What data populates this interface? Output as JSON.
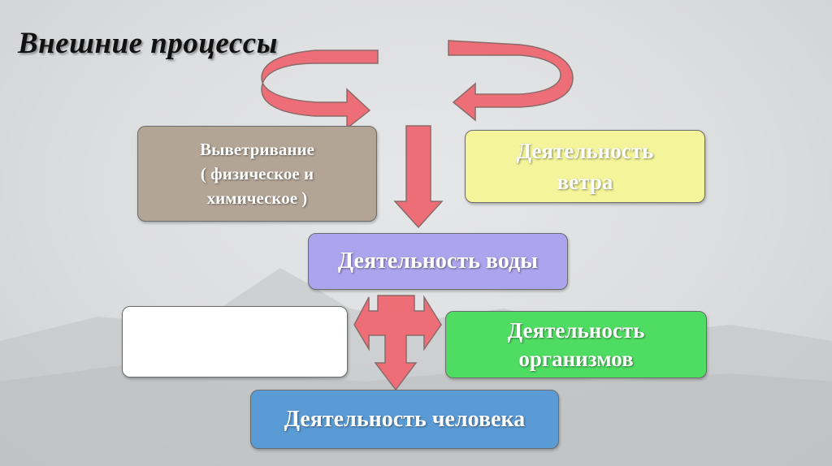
{
  "title": "Внешние процессы",
  "boxes": {
    "weathering": {
      "lines": [
        "Выветривание",
        "( физическое и",
        "химическое )"
      ],
      "color": "#b3a596"
    },
    "wind": {
      "lines": [
        "Деятельность",
        "ветра"
      ],
      "color": "#f4f49a"
    },
    "water": {
      "lines": [
        "Деятельность воды"
      ],
      "color": "#aca4ec"
    },
    "empty": {
      "lines": [],
      "color": "#ffffff"
    },
    "organisms": {
      "lines": [
        "Деятельность",
        "организмов"
      ],
      "color": "#4fdc62"
    },
    "human": {
      "lines": [
        "Деятельность человека"
      ],
      "color": "#5b9bd5"
    }
  },
  "colors": {
    "arrow_fill": "#ee6e78",
    "arrow_stroke": "#8a6a6a"
  }
}
